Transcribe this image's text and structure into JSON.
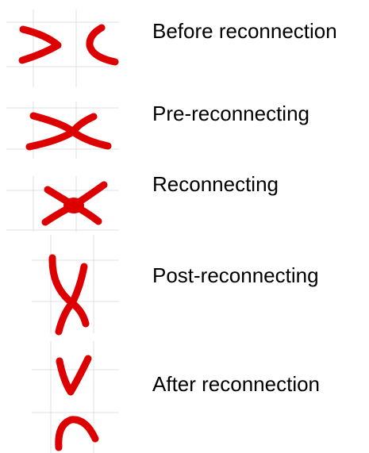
{
  "colors": {
    "stroke": "#dd0000",
    "grid": "#dde0e4",
    "text": "#000000"
  },
  "stages": [
    {
      "label": "Before reconnection"
    },
    {
      "label": "Pre-reconnecting"
    },
    {
      "label": "Reconnecting"
    },
    {
      "label": "Post-reconnecting"
    },
    {
      "label": "After reconnection"
    }
  ]
}
